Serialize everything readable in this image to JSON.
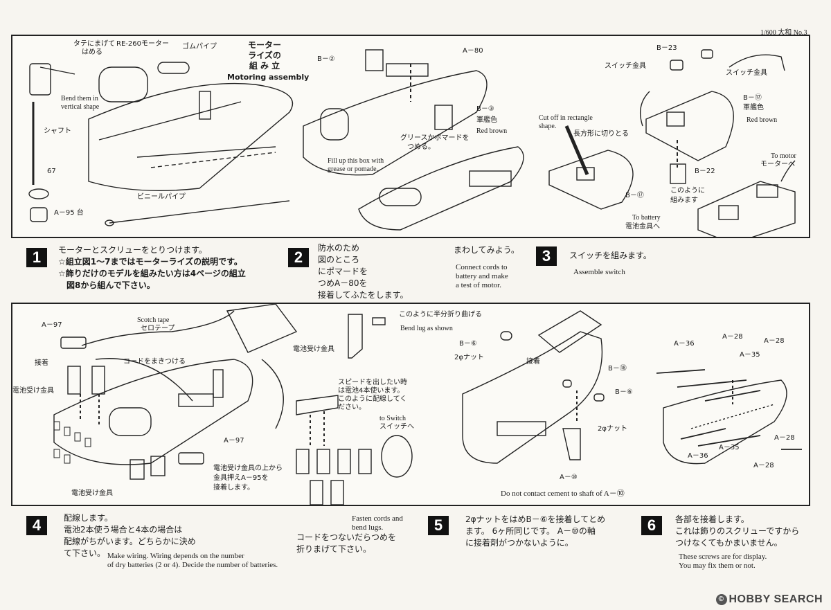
{
  "page_ref": "1/600 大和 No.3",
  "top_panel": {
    "motor": {
      "title_jp": [
        "モーター",
        "ライズの",
        "組 み 立"
      ],
      "title_en": "Motoring assembly",
      "labels": {
        "tate": "タテにまげて",
        "hameru": "はめる",
        "re260": "RE-260モーター",
        "gomu": "ゴムパイプ",
        "bend_en1": "Bend them in",
        "bend_en2": "vertical shape",
        "shaft": "シャフト",
        "p67": "67",
        "a95": "A－95 台",
        "vinyl": "ビニールパイプ"
      }
    },
    "box": {
      "labels": {
        "b2": "B－②",
        "a80": "A－80",
        "b3": "B－③",
        "kanseki": "軍艦色",
        "redbrown": "Red brown",
        "grease_jp1": "グリースかポマードを",
        "grease_jp2": "つめる。",
        "fill_en1": "Fill up this box with",
        "fill_en2": "grease or pomade."
      }
    },
    "switch": {
      "labels": {
        "b23": "B－23",
        "sw1": "スイッチ金具",
        "sw2": "スイッチ金具",
        "b17a": "B－⑰",
        "kanseki": "軍艦色",
        "redbrown": "Red brown",
        "cut_en1": "Cut off in rectangle",
        "cut_en2": "shape.",
        "cut_jp": "長方形に切りとる",
        "b17b": "B－⑰",
        "b22": "B－22",
        "konoyou1": "このように",
        "konoyou2": "組みます",
        "to_motor_en": "To motor",
        "to_motor_jp": "モーターへ",
        "to_batt_en": "To battery",
        "to_batt_jp": "電池金具へ"
      }
    }
  },
  "steps_top": [
    {
      "num": "1",
      "lines": [
        "モーターとスクリューをとりつけます。"
      ],
      "bold_lines": [
        "☆組立図1～7まではモーターライズの説明です。",
        "☆飾りだけのモデルを組みたい方は4ページの組立",
        "　図8から組んで下さい。"
      ]
    },
    {
      "num": "2",
      "lines": [
        "防水のため",
        "図のところ",
        "にポマードを",
        "つめA－80を",
        "接着してふたをします。"
      ],
      "side": "まわしてみよう。",
      "en": [
        "Connect cords to",
        "battery and make",
        "a test of motor."
      ]
    },
    {
      "num": "3",
      "lines": [
        "スイッチを組みます。"
      ],
      "en": [
        "Assemble switch"
      ]
    }
  ],
  "bottom_panel": {
    "wiring": {
      "labels": {
        "a97a": "A－97",
        "scotch_en": "Scotch tape",
        "scotch_jp": "セロテープ",
        "setchaku": "接着",
        "cord": "コードをまきつける",
        "denchi1": "電池受け金具",
        "a97b": "A－97",
        "note1": "電池受け金具の上から",
        "note2": "金具押えA－95を",
        "note3": "接着します。",
        "denchi2": "電池受け金具"
      }
    },
    "battery": {
      "labels": {
        "bend_jp": "このように半分折り曲げる",
        "bend_en": "Bend lug as shown",
        "denchi": "電池受け金具",
        "speed1": "スピードを出したい時",
        "speed2": "は電池4本使います。",
        "speed3": "このように配線してく",
        "speed4": "ださい。",
        "to_sw_en": "to Switch",
        "to_sw_jp": "スイッチへ",
        "fasten1": "Fasten cords and",
        "fasten2": "bend lugs."
      }
    },
    "nut": {
      "labels": {
        "b6a": "B－⑥",
        "nut2a": "2φナット",
        "setchaku": "接着",
        "b18": "B－⑱",
        "b6b": "B－⑥",
        "nut2b": "2φナット",
        "a10": "A－⑩",
        "caution": "Do not contact cement to shaft of A－⑩"
      }
    },
    "screws": {
      "labels": {
        "a36a": "A－36",
        "a28a": "A－28",
        "a28b": "A－28",
        "a35a": "A－35",
        "a28c": "A－28",
        "a36b": "A－36",
        "a35b": "A－35",
        "a28d": "A－28"
      }
    }
  },
  "steps_bottom": [
    {
      "num": "4",
      "lines": [
        "配線します。",
        "電池2本使う場合と4本の場合は",
        "配線がちがいます。どちらかに決め",
        "て下さい。"
      ],
      "en": [
        "Make wiring. Wiring depends on the number",
        "of dry batteries (2 or 4). Decide the number of batteries."
      ],
      "extra": [
        "コードをつないだらつめを",
        "折りまげて下さい。"
      ]
    },
    {
      "num": "5",
      "lines": [
        "2φナットをはめB－⑥を接着してとめ",
        "ます。 6ヶ所同じです。 A－⑩の軸",
        "に接着剤がつかないように。"
      ]
    },
    {
      "num": "6",
      "lines": [
        "各部を接着します。",
        "これは飾りのスクリューですから",
        "つけなくてもかまいません。"
      ],
      "en": [
        "These screws are for display.",
        "You may fix them or not."
      ]
    }
  ],
  "watermark": "HOBBY SEARCH"
}
